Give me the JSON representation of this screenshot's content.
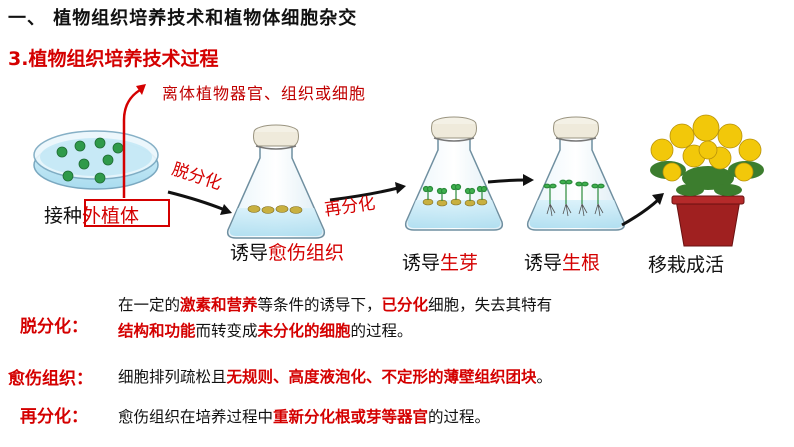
{
  "header": {
    "title": "一、 植物组织培养技术和植物体细胞杂交",
    "subtitle": "3.植物组织培养技术过程"
  },
  "diagram": {
    "explant_source": "离体植物器官、组织或细胞",
    "stage_inoculate": "接种",
    "stage_explant": "外植体",
    "arrow_dediff": "脱分化",
    "stage_induce_prefix": "诱导",
    "stage_callus": "愈伤组织",
    "arrow_rediff": "再分化",
    "stage_bud": "生芽",
    "stage_root": "生根",
    "stage_transplant": "移栽成活"
  },
  "definitions": {
    "dediff": {
      "label": "脱分化：",
      "line1": [
        "在一定的",
        "激素和营养",
        "等条件的诱导下，",
        "已分化",
        "细胞，失去其特有"
      ],
      "line2": [
        "结构和功能",
        "而转变成",
        "未分化的细胞",
        "的过程。"
      ]
    },
    "callus": {
      "label": "愈伤组织：",
      "line1": [
        "细胞排列疏松且",
        "无规则、高度液泡化、不定形的薄壁组织团块",
        "。"
      ]
    },
    "rediff": {
      "label": "再分化：",
      "line1": [
        "愈伤组织在培养过程中",
        "重新分化根或芽等器官",
        "的过程。"
      ]
    }
  },
  "colors": {
    "accent_red": "#d40000",
    "medium_blue": "#bfe6f5",
    "callus_yellow": "#c8b040",
    "flower_yellow": "#f2c80a",
    "pot_red": "#a02020"
  }
}
